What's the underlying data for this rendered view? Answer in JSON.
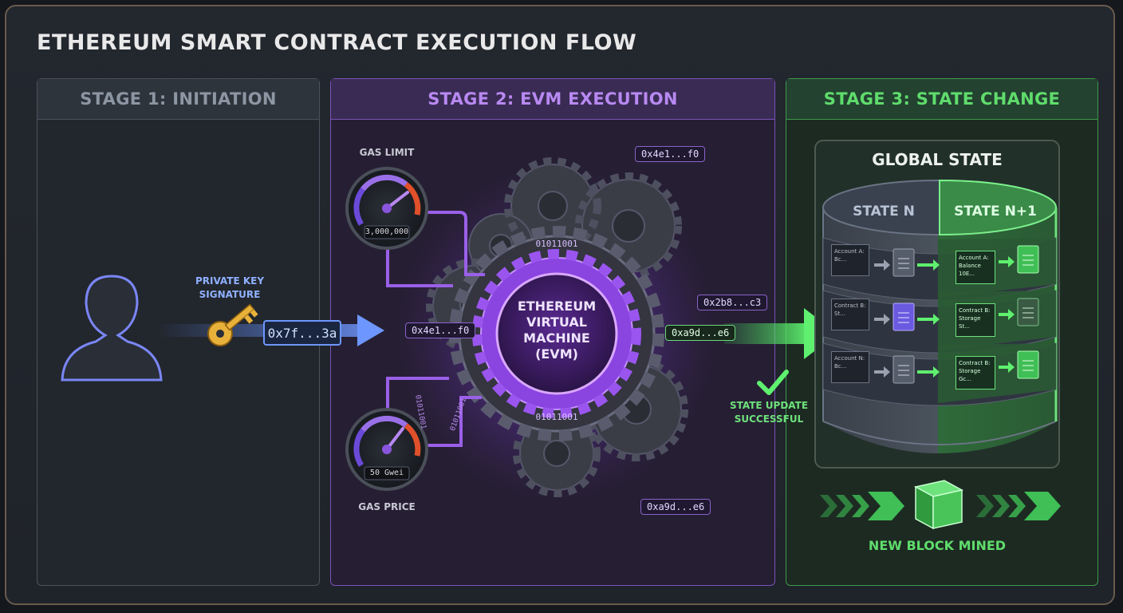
{
  "title": "ETHEREUM SMART CONTRACT EXECUTION FLOW",
  "stages": {
    "stage1": {
      "label": "STAGE 1: INITIATION"
    },
    "stage2": {
      "label": "STAGE 2: EVM EXECUTION"
    },
    "stage3": {
      "label": "STAGE 3: STATE CHANGE"
    }
  },
  "initiation": {
    "key_label_line1": "PRIVATE KEY",
    "key_label_line2": "SIGNATURE",
    "tx_hash": "0x7f...3a"
  },
  "evm": {
    "core_line1": "ETHEREUM",
    "core_line2": "VIRTUAL",
    "core_line3": "MACHINE",
    "core_line4": "(EVM)",
    "gas_limit_label": "GAS LIMIT",
    "gas_limit_value": "3,000,000",
    "gas_price_label": "GAS PRICE",
    "gas_price_value": "50 Gwei",
    "binary_top": "01011001",
    "binary_bottom": "01011001",
    "binary_side1": "01011001",
    "binary_side2": "01011001",
    "hex_input": "0x4e1...f0",
    "hex_top": "0x4e1...f0",
    "hex_right_top": "0x2b8...c3",
    "hex_output": "0xa9d...e6",
    "hex_bottom": "0xa9d...e6"
  },
  "state": {
    "global_title": "GLOBAL STATE",
    "state_n": "STATE N",
    "state_n1": "STATE N+1",
    "rows": [
      {
        "left_line1": "Account A:",
        "left_line2": "Bc...",
        "right_line1": "Account A:",
        "right_line2": "Balance",
        "right_line3": "10E..."
      },
      {
        "left_line1": "Contract B:",
        "left_line2": "St...",
        "right_line1": "Contract B:",
        "right_line2": "Storage",
        "right_line3": "St..."
      },
      {
        "left_line1": "Account N:",
        "left_line2": "Bc...",
        "right_line1": "Contract B:",
        "right_line2": "Storage",
        "right_line3": "Gc..."
      }
    ],
    "update_line1": "STATE UPDATE",
    "update_line2": "SUCCESSFUL",
    "block_label": "NEW BLOCK MINED"
  },
  "colors": {
    "stage1_accent": "#8d96a3",
    "stage2_accent": "#b889f2",
    "stage3_accent": "#5fdc6c",
    "key_gold": "#e8b23a",
    "arrow_blue": "#5f8cff"
  },
  "icons": [
    "user-silhouette-icon",
    "key-icon",
    "gauge-icon",
    "gear-icon",
    "document-icon",
    "checkmark-icon",
    "cube-icon",
    "chevron-arrow-icon"
  ]
}
